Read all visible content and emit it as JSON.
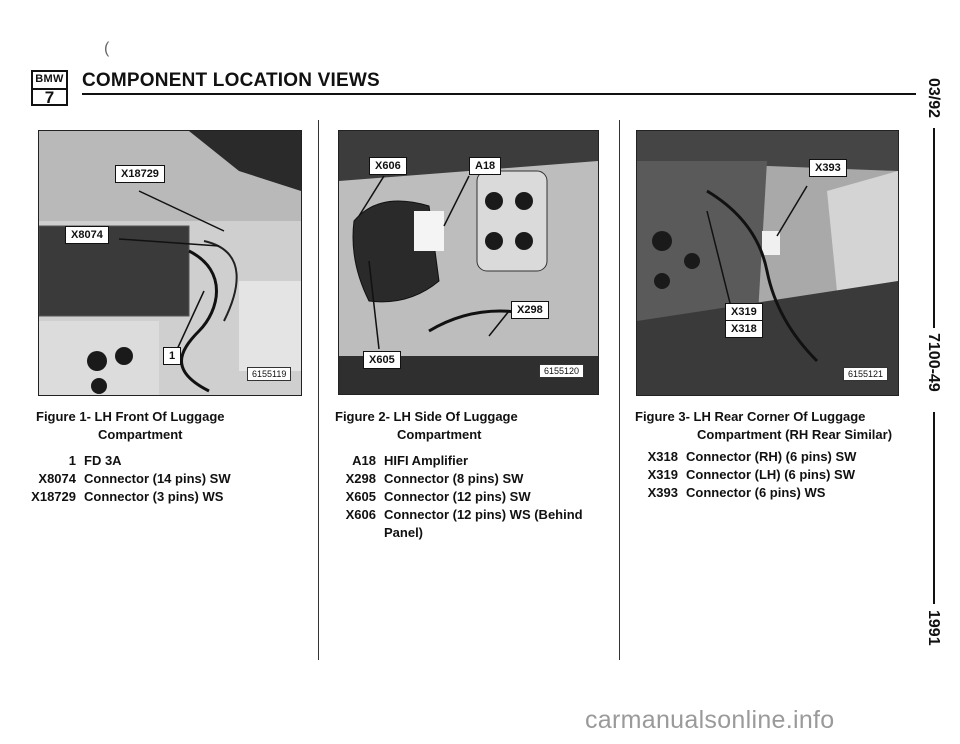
{
  "header": {
    "logo_top": "BMW",
    "logo_bottom": "7",
    "title": "COMPONENT LOCATION VIEWS"
  },
  "sidebar": {
    "date": "03/92",
    "page": "7100-49",
    "year": "1991"
  },
  "figures": [
    {
      "photo_number": "6155119",
      "tags": [
        "X18729",
        "X8074",
        "1"
      ],
      "caption_line1": "Figure 1-  LH Front Of Luggage",
      "caption_line2": "Compartment",
      "items": [
        {
          "code": "1",
          "desc": "FD 3A"
        },
        {
          "code": "X8074",
          "desc": "Connector (14 pins) SW"
        },
        {
          "code": "X18729",
          "desc": "Connector (3 pins) WS"
        }
      ]
    },
    {
      "photo_number": "6155120",
      "tags": [
        "X606",
        "A18",
        "X298",
        "X605"
      ],
      "caption_line1": "Figure 2-  LH Side Of Luggage",
      "caption_line2": "Compartment",
      "items": [
        {
          "code": "A18",
          "desc": "HIFI Amplifier"
        },
        {
          "code": "X298",
          "desc": "Connector (8 pins) SW"
        },
        {
          "code": "X605",
          "desc": "Connector (12 pins) SW"
        },
        {
          "code": "X606",
          "desc": "Connector (12 pins) WS (Behind"
        },
        {
          "code": "",
          "desc": "Panel)"
        }
      ]
    },
    {
      "photo_number": "6155121",
      "tags": [
        "X393",
        "X319",
        "X318"
      ],
      "caption_line1": "Figure 3-  LH Rear Corner Of Luggage",
      "caption_line2": "Compartment (RH Rear Similar)",
      "items": [
        {
          "code": "X318",
          "desc": "Connector (RH) (6 pins) SW"
        },
        {
          "code": "X319",
          "desc": "Connector (LH) (6 pins) SW"
        },
        {
          "code": "X393",
          "desc": "Connector (6 pins) WS"
        }
      ]
    }
  ],
  "watermark": "carmanualsonline.info"
}
